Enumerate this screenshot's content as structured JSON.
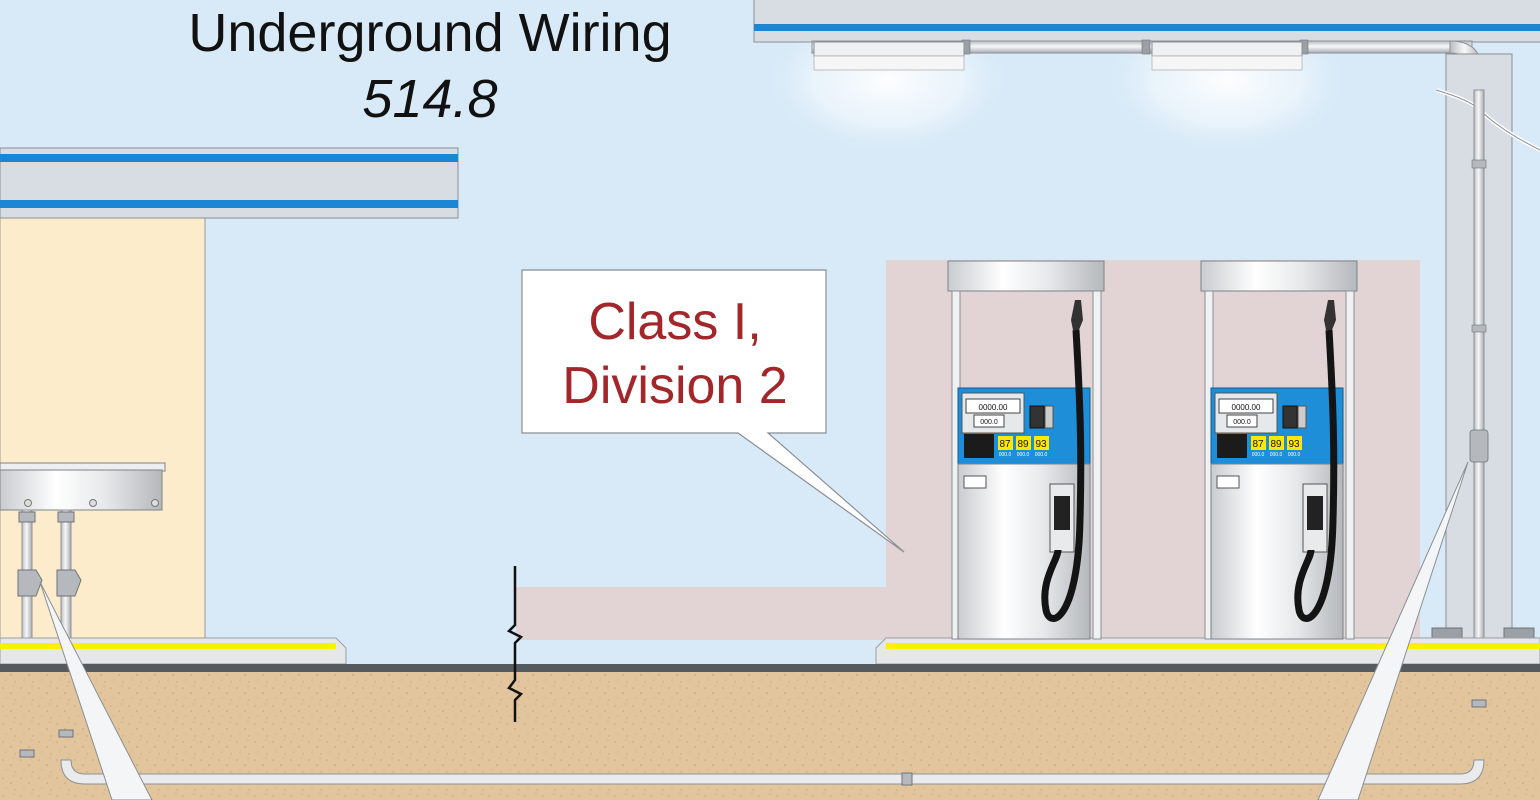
{
  "title": "Underground Wiring",
  "code_reference": "514.8",
  "callout": {
    "line1": "Class I,",
    "line2": "Division 2"
  },
  "dispensers": [
    {
      "display_top": "0000.00",
      "display_bottom": "000.0",
      "grades": [
        {
          "octane": "87",
          "price": "000.0"
        },
        {
          "octane": "89",
          "price": "000.0"
        },
        {
          "octane": "93",
          "price": "000.0"
        }
      ]
    },
    {
      "display_top": "0000.00",
      "display_bottom": "000.0",
      "grades": [
        {
          "octane": "87",
          "price": "000.0"
        },
        {
          "octane": "89",
          "price": "000.0"
        },
        {
          "octane": "93",
          "price": "000.0"
        }
      ]
    }
  ],
  "colors": {
    "sky": "#d8eaf8",
    "soil": "#e2c59c",
    "hazard_zone": "#e2d3d5",
    "canopy_stripe": "#1a86d4",
    "curb_stripe": "#ffef00",
    "callout_text": "#a3272a",
    "dispenser_panel": "#1f8ed8",
    "grade_label": "#ffe800",
    "building": "#fdeccc"
  }
}
